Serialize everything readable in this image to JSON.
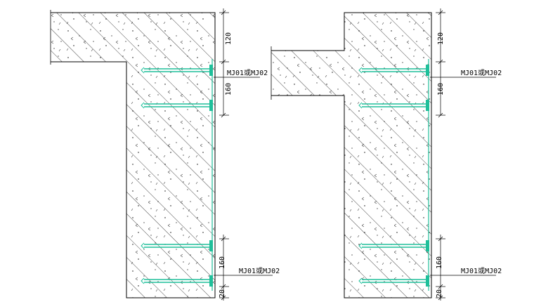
{
  "colors": {
    "background": "#ffffff",
    "line": "#000000",
    "anchor": "#1fbf9a"
  },
  "left_section": {
    "dim_top": "120",
    "dim_upper": "160",
    "dim_lower": "160",
    "dim_bottom": "20",
    "label_upper": "MJ01或MJ02",
    "label_lower": "MJ01或MJ02"
  },
  "right_section": {
    "dim_top": "120",
    "dim_upper": "160",
    "dim_lower": "160",
    "dim_bottom": "20",
    "label_upper": "MJ01或MJ02",
    "label_lower": "MJ01或MJ02"
  }
}
